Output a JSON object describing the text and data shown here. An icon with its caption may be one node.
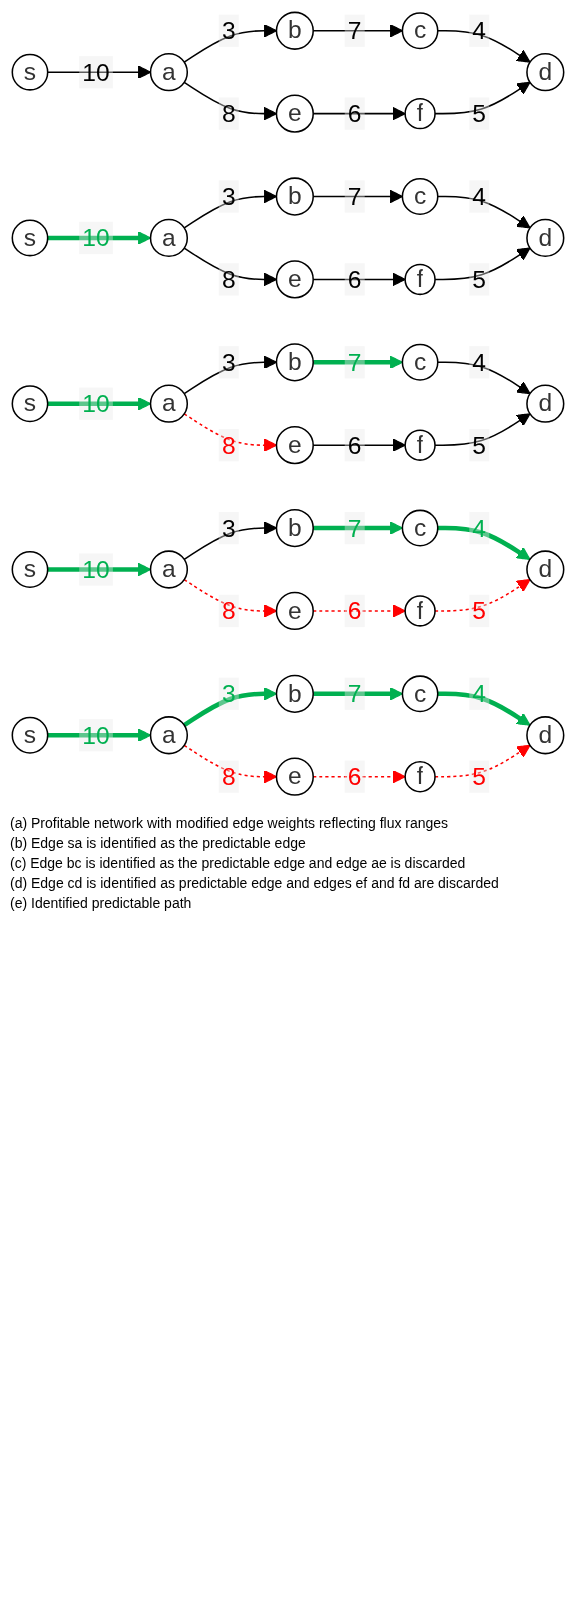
{
  "diagram": {
    "nodes": [
      {
        "text": [
          "s"
        ]
      },
      {
        "text": [
          "a"
        ]
      },
      {
        "text": [
          "b"
        ]
      },
      {
        "text": [
          "c"
        ]
      },
      {
        "text": [
          "d"
        ]
      },
      {
        "text": [
          "e"
        ]
      },
      {
        "text": [
          "f"
        ]
      },
      {
        "text": [
          "s"
        ]
      },
      {
        "text": [
          "a"
        ]
      },
      {
        "text": [
          "b"
        ]
      },
      {
        "text": [
          "c"
        ]
      },
      {
        "text": [
          "d"
        ]
      },
      {
        "text": [
          "e"
        ]
      },
      {
        "text": [
          "f"
        ]
      },
      {
        "text": [
          "s"
        ]
      },
      {
        "text": [
          "a"
        ]
      },
      {
        "text": [
          "b"
        ]
      },
      {
        "text": [
          "c"
        ]
      },
      {
        "text": [
          "d"
        ]
      },
      {
        "text": [
          "e"
        ]
      },
      {
        "text": [
          "f"
        ]
      },
      {
        "text": [
          "s"
        ]
      },
      {
        "text": [
          "a"
        ]
      },
      {
        "text": [
          "b"
        ]
      },
      {
        "text": [
          "c"
        ]
      },
      {
        "text": [
          "d"
        ]
      },
      {
        "text": [
          "e"
        ]
      },
      {
        "text": [
          "f"
        ]
      },
      {
        "text": [
          "s"
        ]
      },
      {
        "text": [
          "a"
        ]
      },
      {
        "text": [
          "b"
        ]
      },
      {
        "text": [
          "c"
        ]
      },
      {
        "text": [
          "d"
        ]
      },
      {
        "text": [
          "e"
        ]
      },
      {
        "text": [
          "f"
        ]
      }
    ],
    "edges": [
      {
        "from": 0,
        "to": 1,
        "arrow": "to",
        "label": "10"
      },
      {
        "from": 1,
        "to": 2,
        "arrow": "to",
        "label": "3"
      },
      {
        "from": 1,
        "to": 5,
        "arrow": "to",
        "label": "8"
      },
      {
        "from": 2,
        "to": 3,
        "arrow": "to",
        "label": "7"
      },
      {
        "from": 5,
        "to": 6,
        "arrow": "to",
        "label": "6"
      },
      {
        "from": 3,
        "to": 4,
        "arrow": "to",
        "label": "4"
      },
      {
        "from": 6,
        "to": 4,
        "arrow": "to",
        "label": "5"
      },
      {
        "from": 7,
        "to": 8,
        "arrow": "to",
        "label": "10",
        "style": "thick",
        "color": "#00b050"
      },
      {
        "from": 8,
        "to": 9,
        "arrow": "to",
        "label": "3"
      },
      {
        "from": 8,
        "to": 12,
        "arrow": "to",
        "label": "8"
      },
      {
        "from": 9,
        "to": 10,
        "arrow": "to",
        "label": "7"
      },
      {
        "from": 12,
        "to": 13,
        "arrow": "to",
        "label": "6"
      },
      {
        "from": 10,
        "to": 11,
        "arrow": "to",
        "label": "4"
      },
      {
        "from": 13,
        "to": 11,
        "arrow": "to",
        "label": "5"
      },
      {
        "from": 14,
        "to": 15,
        "arrow": "to",
        "label": "10",
        "style": "thick",
        "color": "#00b050"
      },
      {
        "from": 15,
        "to": 16,
        "arrow": "to",
        "label": "3"
      },
      {
        "from": 15,
        "to": 19,
        "arrow": "to",
        "label": "8",
        "style": "dashed",
        "color": "#ff0000"
      },
      {
        "from": 16,
        "to": 17,
        "arrow": "to",
        "label": "7",
        "style": "thick",
        "color": "#00b050"
      },
      {
        "from": 19,
        "to": 20,
        "arrow": "to",
        "label": "6"
      },
      {
        "from": 17,
        "to": 18,
        "arrow": "to",
        "label": "4"
      },
      {
        "from": 20,
        "to": 18,
        "arrow": "to",
        "label": "5"
      },
      {
        "from": 21,
        "to": 22,
        "arrow": "to",
        "label": "10",
        "style": "thick",
        "color": "#00b050"
      },
      {
        "from": 22,
        "to": 23,
        "arrow": "to",
        "label": "3"
      },
      {
        "from": 22,
        "to": 26,
        "arrow": "to",
        "label": "8",
        "style": "dashed",
        "color": "#ff0000"
      },
      {
        "from": 23,
        "to": 24,
        "arrow": "to",
        "label": "7",
        "style": "thick",
        "color": "#00b050"
      },
      {
        "from": 26,
        "to": 27,
        "arrow": "to",
        "label": "6",
        "style": "dashed",
        "color": "#ff0000"
      },
      {
        "from": 24,
        "to": 25,
        "arrow": "to",
        "label": "4",
        "style": "thick",
        "color": "#00b050"
      },
      {
        "from": 27,
        "to": 25,
        "arrow": "to",
        "label": "5",
        "style": "dashed",
        "color": "#ff0000"
      },
      {
        "from": 28,
        "to": 29,
        "arrow": "to",
        "label": "10",
        "style": "thick",
        "color": "#00b050"
      },
      {
        "from": 29,
        "to": 30,
        "arrow": "to",
        "label": "3",
        "style": "thick",
        "color": "#00b050"
      },
      {
        "from": 29,
        "to": 33,
        "arrow": "to",
        "label": "8",
        "style": "dashed",
        "color": "#ff0000"
      },
      {
        "from": 30,
        "to": 31,
        "arrow": "to",
        "label": "7",
        "style": "thick",
        "color": "#00b050"
      },
      {
        "from": 33,
        "to": 34,
        "arrow": "to",
        "label": "6",
        "style": "dashed",
        "color": "#ff0000"
      },
      {
        "from": 31,
        "to": 32,
        "arrow": "to",
        "label": "4",
        "style": "thick",
        "color": "#00b050"
      },
      {
        "from": 34,
        "to": 32,
        "arrow": "to",
        "label": "5",
        "style": "dashed",
        "color": "#ff0000"
      }
    ],
    "labels": [
      "(a) Profitable network with modified edge weights reflecting flux ranges",
      "(b) Edge sa is identified as the predictable edge",
      "(c) Edge bc is identified as the predictable edge and edge ae is discarded",
      "(d) Edge cd is identified as predictable edge and edges ef and fd are discarded",
      "(e) Identified predictable path"
    ]
  }
}
